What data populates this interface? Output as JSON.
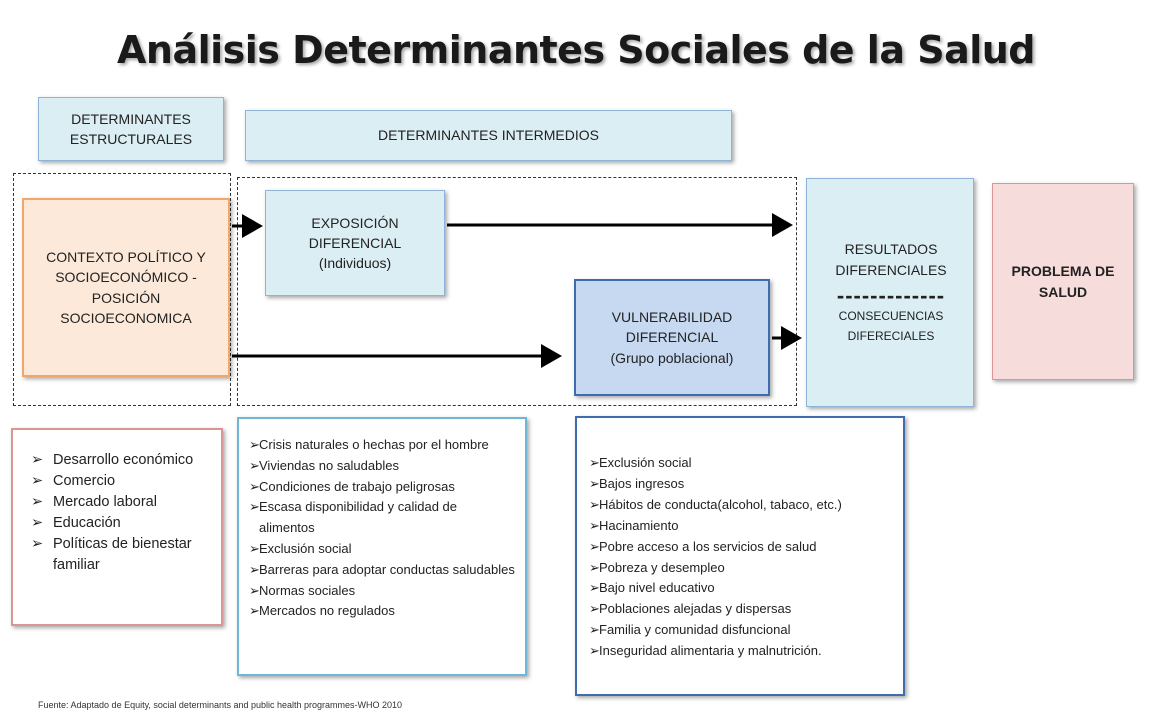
{
  "title": "Análisis Determinantes Sociales de la Salud",
  "headers": {
    "structural": "DETERMINANTES ESTRUCTURALES",
    "intermediate": "DETERMINANTES INTERMEDIOS"
  },
  "nodes": {
    "context": "CONTEXTO POLÍTICO Y SOCIOECONÓMICO - POSICIÓN SOCIOECONOMICA",
    "exposure_line1": "EXPOSICIÓN DIFERENCIAL",
    "exposure_line2": "(Individuos)",
    "vulnerability_line1": "VULNERABILIDAD DIFERENCIAL",
    "vulnerability_line2": "(Grupo poblacional)",
    "results": "RESULTADOS DIFERENCIALES",
    "separator": "-------------",
    "consequences": "CONSECUENCIAS DIFERECIALES",
    "problem": "PROBLEMA DE SALUD"
  },
  "structural_list": [
    "Desarrollo económico",
    "Comercio",
    "Mercado laboral",
    "Educación",
    "Políticas de bienestar familiar"
  ],
  "exposure_list": [
    "Crisis naturales o hechas por el hombre",
    "Viviendas no saludables",
    "Condiciones de trabajo peligrosas",
    "Escasa disponibilidad y calidad de alimentos",
    "Exclusión social",
    "Barreras para adoptar conductas saludables",
    "Normas sociales",
    "Mercados no regulados"
  ],
  "vulnerability_list": [
    "Exclusión social",
    "Bajos ingresos",
    "Hábitos de conducta(alcohol, tabaco, etc.)",
    "Hacinamiento",
    "Pobre acceso a los servicios de salud",
    "Pobreza y desempleo",
    "Bajo nivel educativo",
    "Poblaciones alejadas y dispersas",
    "Familia y comunidad disfuncional",
    "Inseguridad alimentaria y malnutrición."
  ],
  "source": "Fuente: Adaptado de  Equity, social determinants and public health programmes-WHO 2010"
}
